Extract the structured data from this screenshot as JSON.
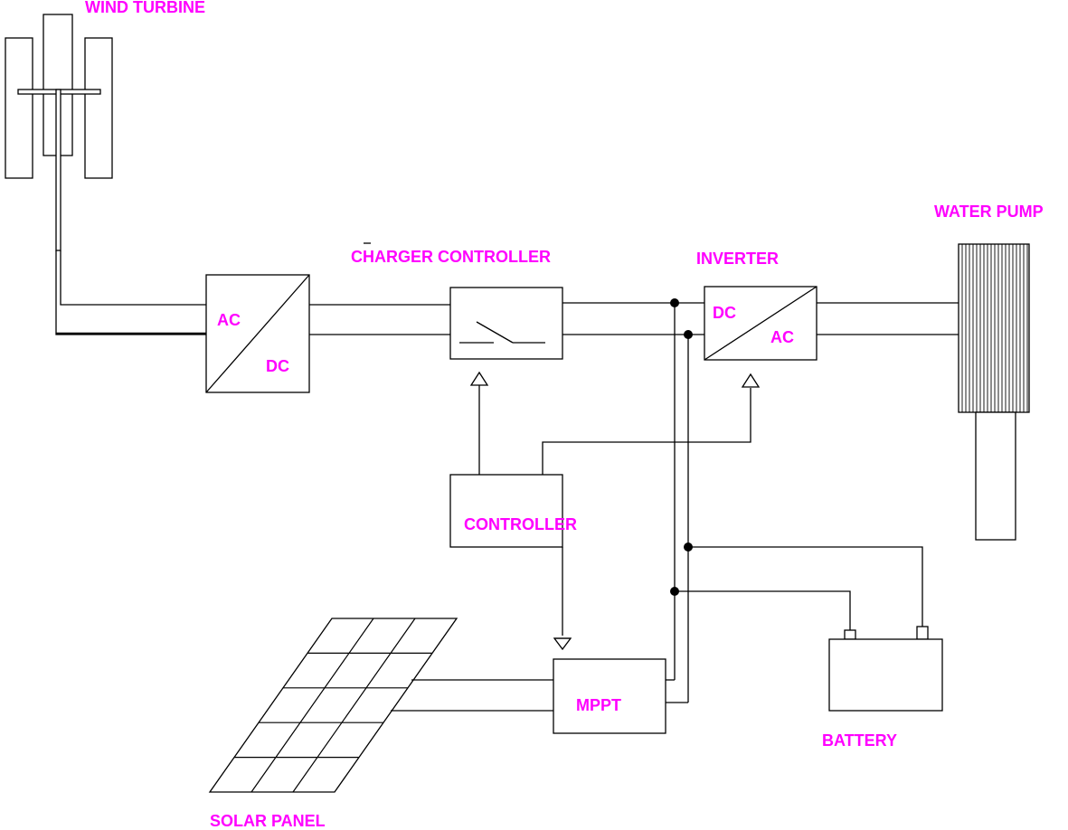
{
  "labels": {
    "wind_turbine": "WIND TURBINE",
    "charger_controller": "CHARGER CONTROLLER",
    "inverter": "INVERTER",
    "water_pump": "WATER PUMP",
    "controller": "CONTROLLER",
    "mppt": "MPPT",
    "battery": "BATTERY",
    "solar_panel": "SOLAR PANEL",
    "rectifier_in": "AC",
    "rectifier_out": "DC",
    "inverter_in": "DC",
    "inverter_out": "AC"
  },
  "colors": {
    "label": "#ff00ff",
    "line": "#000000",
    "background": "#ffffff"
  }
}
